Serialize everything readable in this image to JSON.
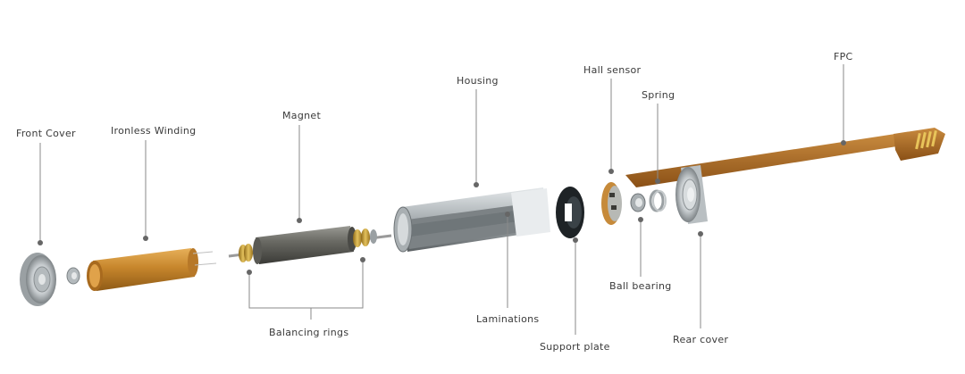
{
  "labels": {
    "front_cover": "Front Cover",
    "ironless_winding": "Ironless Winding",
    "magnet": "Magnet",
    "housing": "Housing",
    "hall_sensor": "Hall sensor",
    "spring": "Spring",
    "fpc": "FPC",
    "balancing_rings": "Balancing rings",
    "laminations": "Laminations",
    "support_plate": "Support plate",
    "ball_bearing": "Ball bearing",
    "rear_cover": "Rear cover"
  },
  "colors": {
    "leader_line": "#8a8a8a",
    "leader_dot": "#666666",
    "label_text": "#3a3a3a",
    "copper": "#c8882e",
    "steel": "#9aa0a3",
    "magnet_dark": "#5f6060",
    "fpc_brown": "#a8661e",
    "gold": "#c9a441"
  }
}
